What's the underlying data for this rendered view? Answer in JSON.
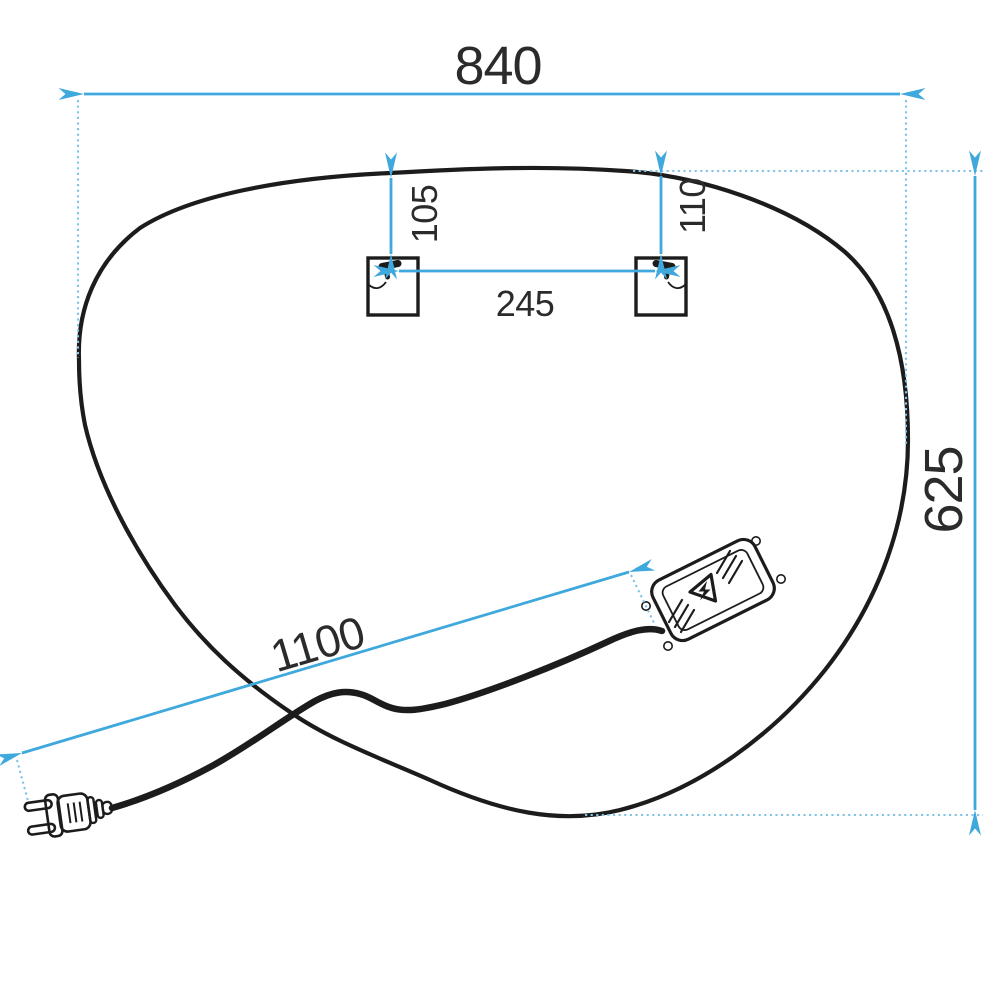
{
  "diagram": {
    "type": "technical-dimension-drawing",
    "subject": "irregular organic-shaped mirror, rear view with mounting brackets, power cable, LED driver box and plug",
    "background": "#ffffff",
    "colors": {
      "dimension_line": "#3fa8dc",
      "extension_line": "#82c4e8",
      "drawing_line": "#1c1c1c",
      "label_text": "#2b2b2b"
    },
    "dimensions": {
      "overall_width": "840",
      "overall_height": "625",
      "left_bracket_top_offset": "105",
      "right_bracket_top_offset": "110",
      "bracket_spacing": "245",
      "cable_length": "1100"
    },
    "icons": {
      "bracket_hook": "keyhole-hanger-icon",
      "driver_warning": "lightning-triangle-icon",
      "driver_vents": "vent-lines-icon",
      "plug": "two-pin-plug-icon"
    }
  }
}
